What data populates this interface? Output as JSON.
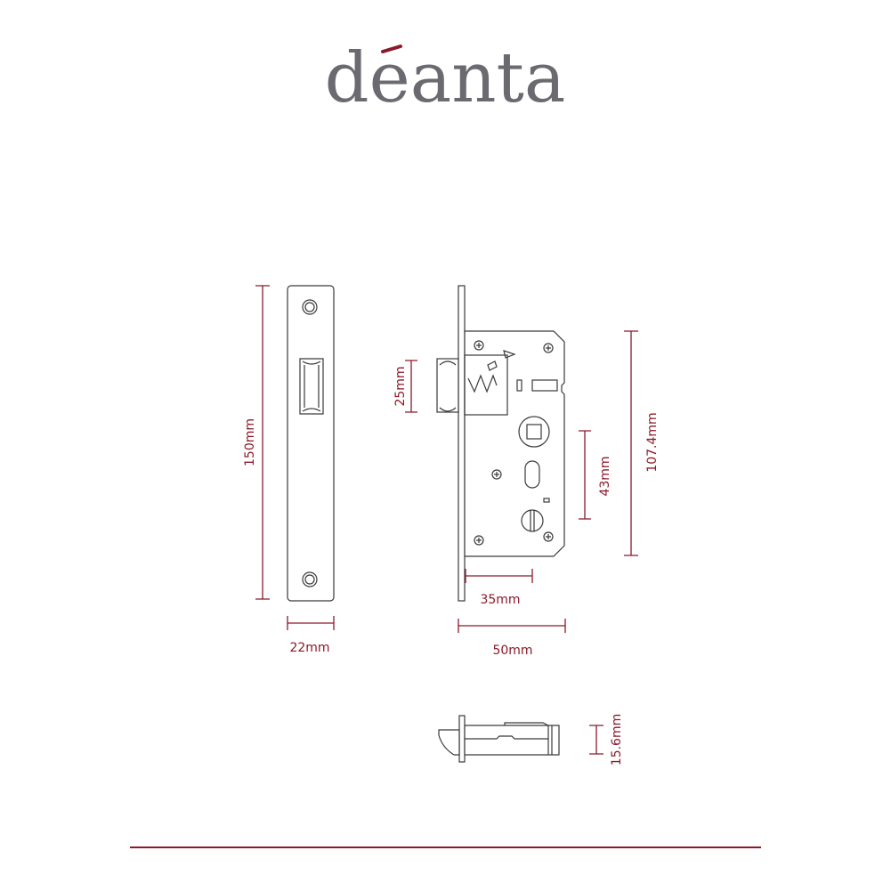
{
  "brand": {
    "name": "deanta",
    "accent_color": "#8b1a2a",
    "text_color": "#6b6a70"
  },
  "dimensions": {
    "faceplate_height": "150mm",
    "faceplate_width": "22mm",
    "latch_height": "25mm",
    "centres": "43mm",
    "case_height": "107.4mm",
    "backset": "35mm",
    "case_depth": "50mm",
    "case_thickness": "15.6mm"
  }
}
